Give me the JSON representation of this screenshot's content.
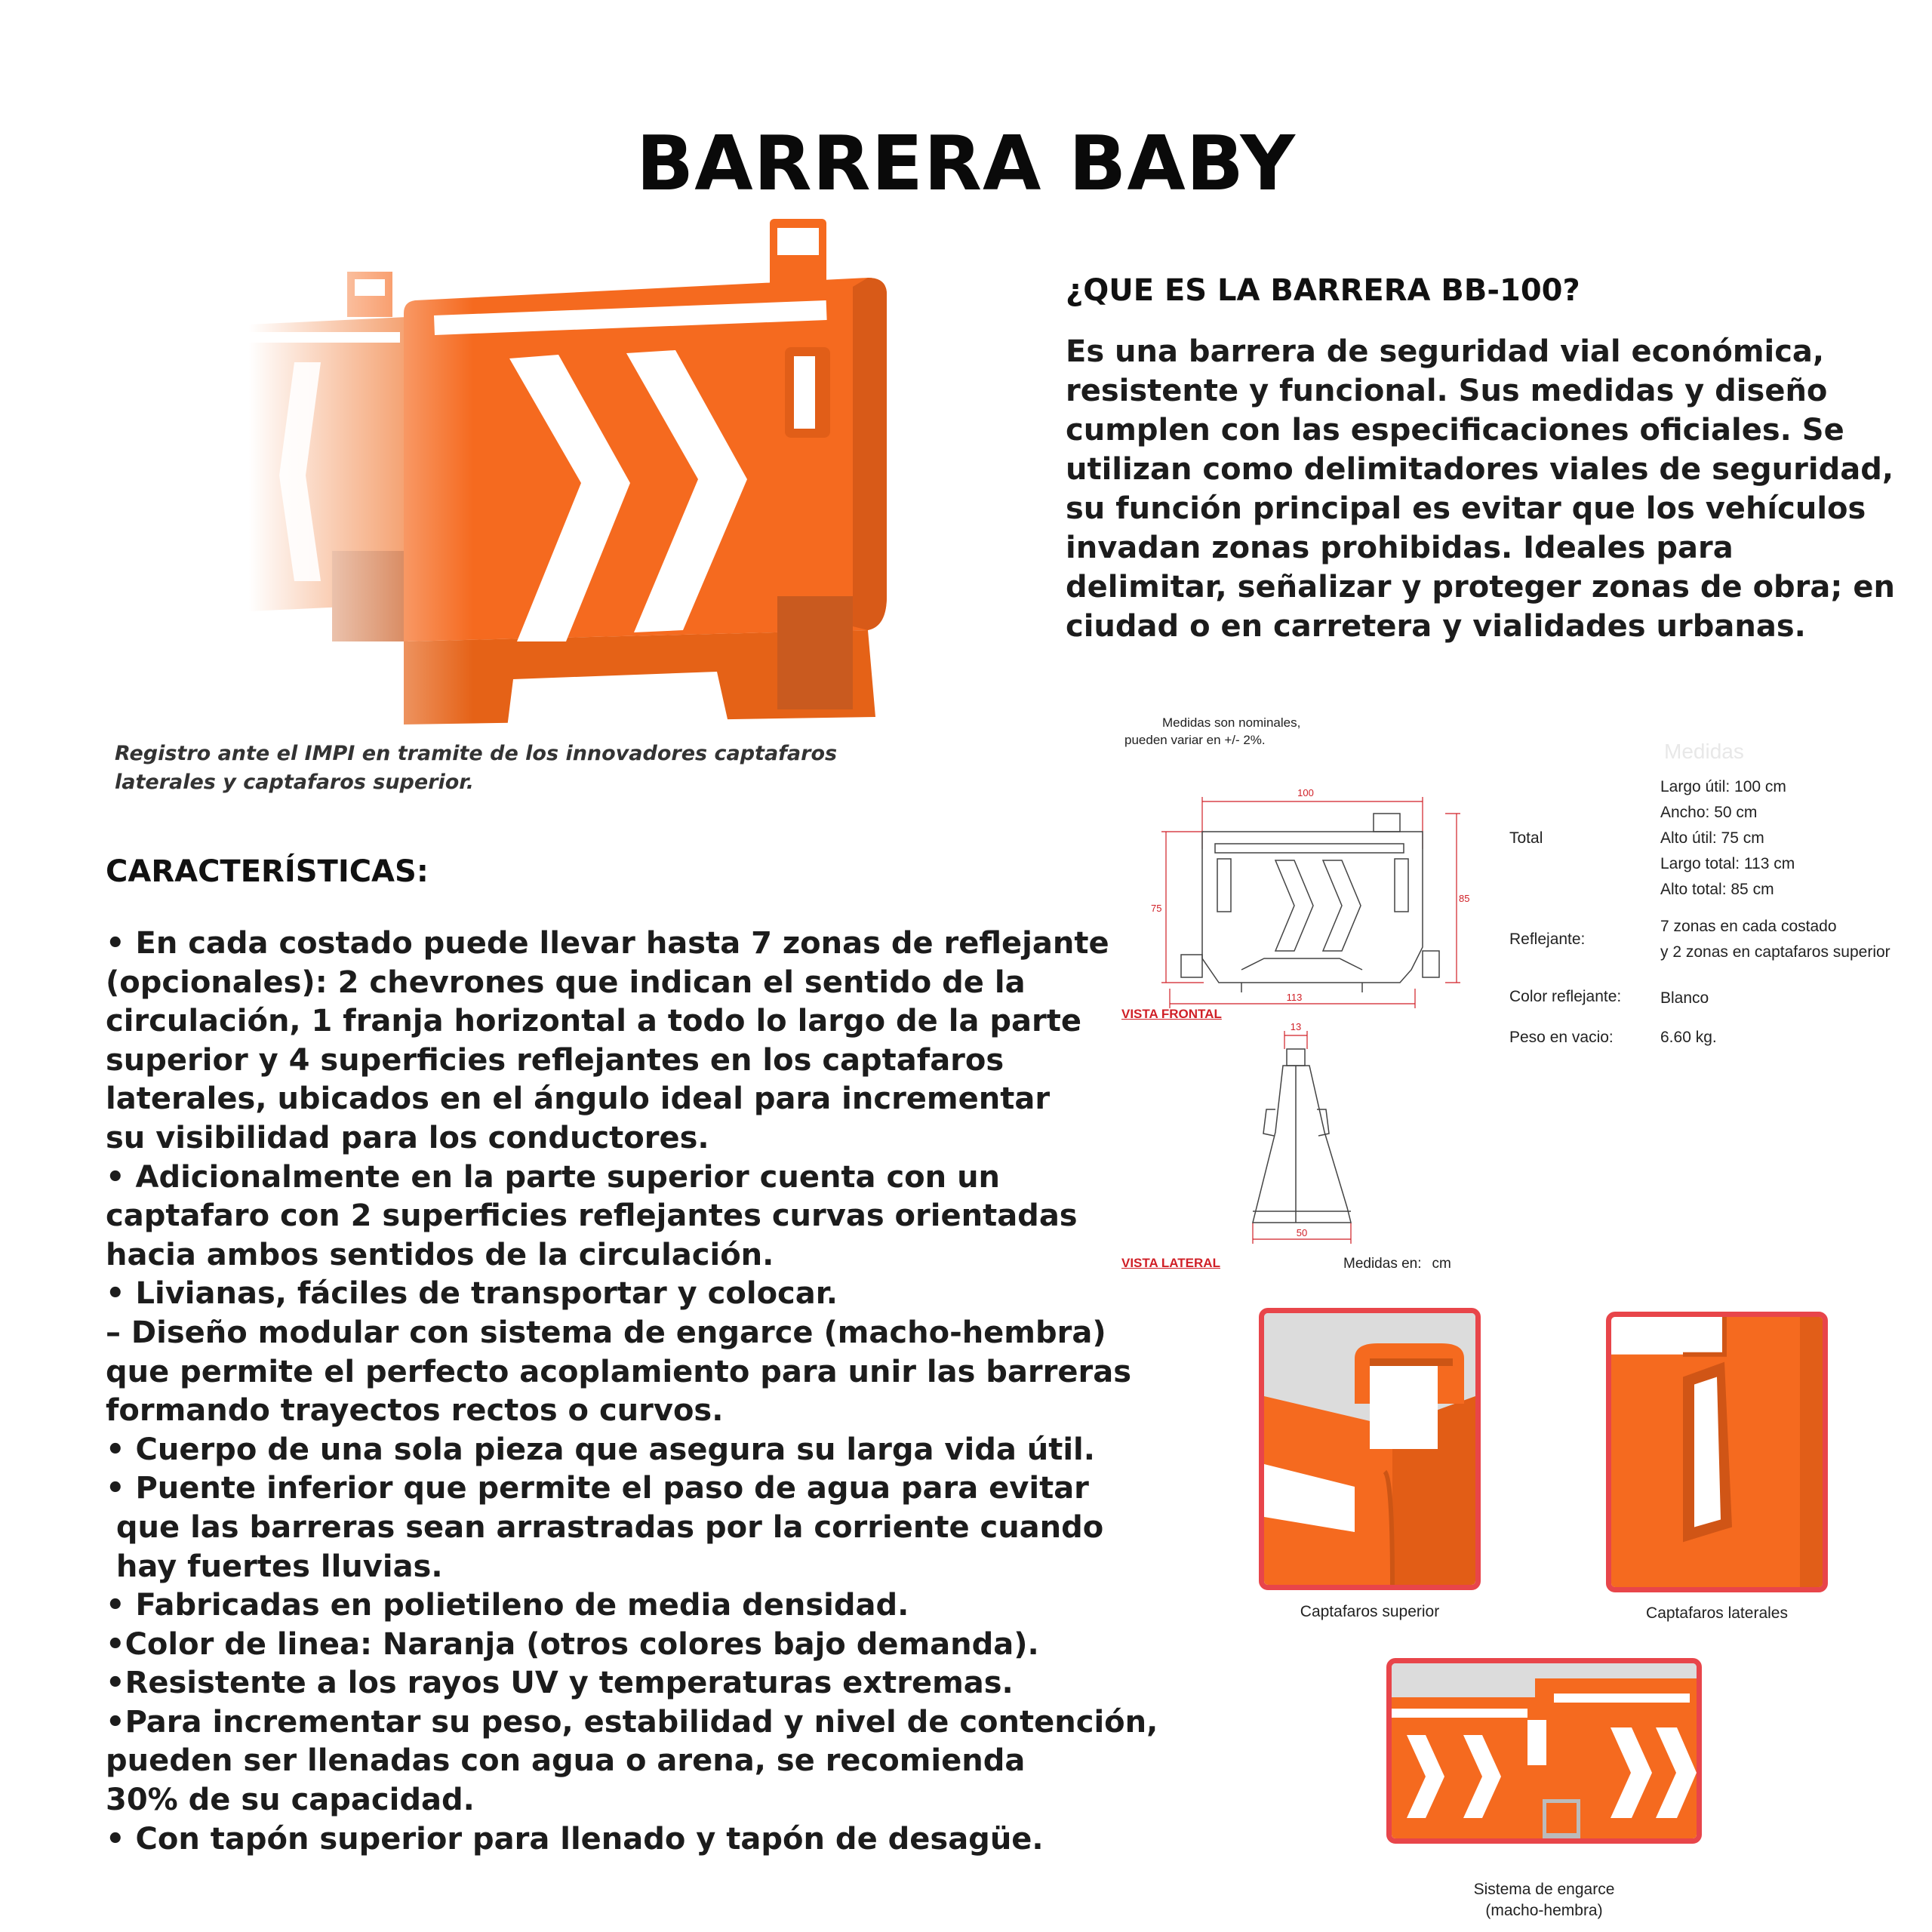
{
  "title": "BARRERA BABY",
  "hero_caption": "Registro ante el IMPI en tramite de los innovadores captafaros laterales y captafaros superior.",
  "what": {
    "heading": "¿QUE ES LA BARRERA BB-100?",
    "body": "Es una barrera de seguridad vial económica, resistente y funcional. Sus medidas y diseño cumplen con las especificaciones oficiales. Se utilizan como delimitadores viales de seguridad, su función principal es evitar que los vehículos invadan zonas prohibidas. Ideales para delimitar, señalizar y proteger zonas de obra; en ciudad o en carretera y vialidades urbanas."
  },
  "characteristics": {
    "heading": "CARACTERÍSTICAS:",
    "lines": [
      "• En cada costado puede llevar hasta 7 zonas de reflejante",
      "(opcionales): 2 chevrones que indican el sentido de la",
      "circulación, 1 franja horizontal a todo lo largo de la parte",
      "superior y 4 superficies reflejantes en los captafaros",
      "laterales, ubicados en el ángulo ideal para incrementar",
      "su visibilidad para los conductores.",
      "• Adicionalmente en la parte superior cuenta con un",
      "captafaro con 2 superficies reflejantes curvas orientadas",
      "hacia ambos sentidos de la circulación.",
      "• Livianas, fáciles de transportar y colocar.",
      "– Diseño modular con sistema de engarce (macho-hembra)",
      "que permite el perfecto acoplamiento para unir las barreras",
      "formando trayectos rectos o curvos.",
      "• Cuerpo de una sola pieza que asegura su larga vida útil.",
      "• Puente inferior que permite el paso de agua para evitar",
      " que las barreras sean arrastradas por la corriente cuando",
      " hay fuertes lluvias.",
      "• Fabricadas en polietileno de media densidad.",
      "•Color de linea: Naranja (otros colores bajo demanda).",
      "•Resistente a los rayos UV y temperaturas extremas.",
      "•Para incrementar su peso, estabilidad y nivel de contención,",
      "pueden ser llenadas con agua o arena, se recomienda",
      "30% de su capacidad.",
      "• Con tapón superior para llenado y tapón de desagüe."
    ]
  },
  "drawing": {
    "note_line1": "Medidas son nominales,",
    "note_line2": "pueden variar en +/- 2%.",
    "dim_100": "100",
    "dim_75": "75",
    "dim_85": "85",
    "dim_113": "113",
    "dim_13": "13",
    "dim_50": "50",
    "front_label": "VISTA FRONTAL",
    "side_label": "VISTA LATERAL",
    "units_label": "Medidas en:",
    "units_value": "cm"
  },
  "specs": {
    "heading": "Medidas",
    "total_label": "Total",
    "largo_util": "Largo útil: 100 cm",
    "ancho": "Ancho: 50 cm",
    "alto_util": "Alto útil: 75 cm",
    "largo_total": "Largo total: 113 cm",
    "alto_total": "Alto total: 85 cm",
    "reflejante_label": "Reflejante:",
    "reflejante_line1": "7 zonas en cada costado",
    "reflejante_line2": "y 2 zonas en captafaros superior",
    "color_label": "Color reflejante:",
    "color_value": "Blanco",
    "peso_label": "Peso en vacio:",
    "peso_value": "6.60 kg."
  },
  "photos": {
    "top_caption": "Captafaros superior",
    "side_caption": "Captafaros laterales",
    "join_caption_line1": "Sistema de engarce",
    "join_caption_line2": "(macho-hembra)"
  },
  "colors": {
    "barrier_orange": "#f56a1f",
    "frame_red": "#e8454a",
    "dimension_red": "#d01f26"
  }
}
